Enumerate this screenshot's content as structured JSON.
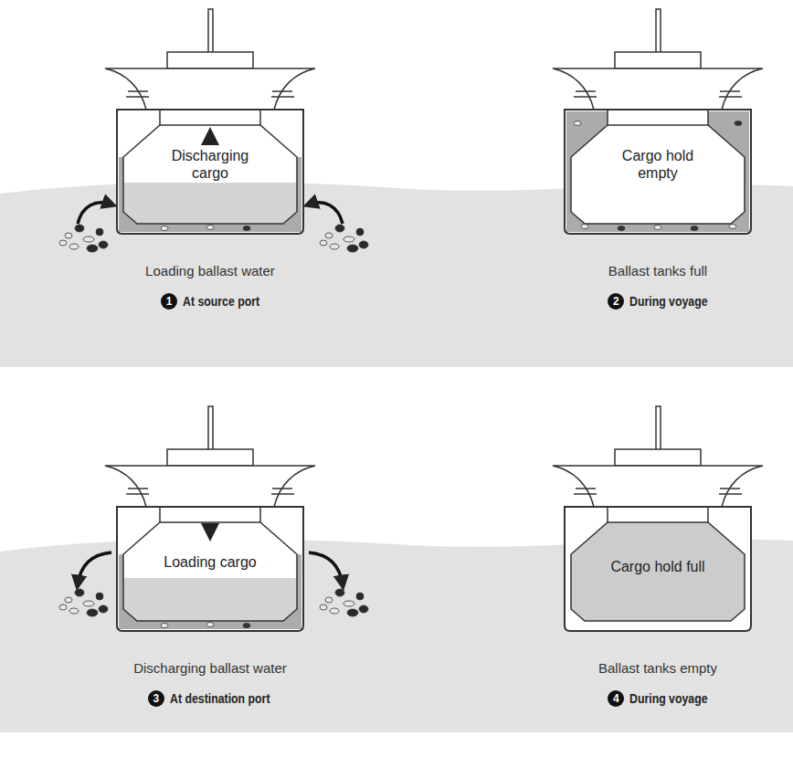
{
  "diagram": {
    "nodes": [
      {
        "text": [
          "Discharging cargo"
        ]
      },
      {
        "text": [
          "Cargo hold empty"
        ]
      },
      {
        "text": [
          "Loading cargo"
        ]
      },
      {
        "text": [
          "Cargo hold full"
        ]
      }
    ],
    "labels": [
      "Loading ballast water",
      "1",
      "At source port",
      "Ballast tanks full",
      "2",
      "During voyage",
      "Discharging ballast water",
      "3",
      "At destination port",
      "Ballast tanks empty",
      "4",
      "During voyage"
    ]
  }
}
